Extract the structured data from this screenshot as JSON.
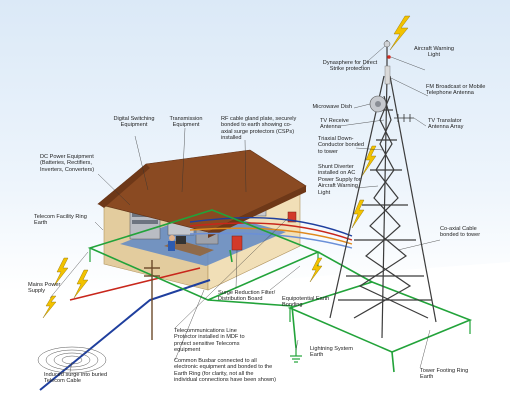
{
  "diagram": {
    "labels": {
      "dynasphere": "Dynasphere for Direct Strike protection",
      "aircraft_warning_light": "Aircraft Warning Light",
      "fm_broadcast": "FM Broadcast or Mobile Telephone Antenna",
      "microwave_dish": "Microwave Dish",
      "tv_receive": "TV Receive Antenna",
      "tv_translator": "TV Translator Antenna Array",
      "triaxial_downconductor": "Triaxial Down-Conductor bonded to tower",
      "shunt_diverter": "Shunt Diverter installed on AC Power Supply for Aircraft Warning Light",
      "digital_switching": "Digital Switching Equipment",
      "transmission_equipment": "Transmission Equipment",
      "rf_cable_gland": "RF cable gland plate, securely bonded to earth showing co-axial surge protectors (CSPs) installed",
      "dc_power": "DC Power Equipment (Batteries, Rectifiers, Inverters, Converters)",
      "telecom_ring_earth": "Telecom Facility Ring Earth",
      "mains_power": "Mains Power Supply",
      "surge_filter": "Surge Reduction Filter/ Distribution Board",
      "equipotential": "Equipotential Earth Bonding",
      "coax_bonded": "Co-axial Cable bonded to tower",
      "telecom_line_protector": "Telecommunications Line Protector installed in MDF to protect sensitive Telecoms equipment",
      "common_busbar": "Common Busbar connected to all electronic equipment and bonded to the Earth Ring (for clarity, not all the individual connections have been shown)",
      "lightning_earth": "Lightning System Earth",
      "tower_footing": "Tower Footing Ring Earth",
      "induced_surge": "Induced surge into buried Telecom Cable"
    },
    "colors": {
      "earth_green": "#22a33a",
      "roof_brown": "#8a4a22",
      "wall_beige": "#f1dfb7",
      "floor_blue": "#5f88c6",
      "tower_gray": "#3c3c3c",
      "lightning_yellow": "#f2c200",
      "cable_blue": "#1f3f9e",
      "cable_red": "#c8261b",
      "cable_orange": "#e08a1e"
    }
  }
}
